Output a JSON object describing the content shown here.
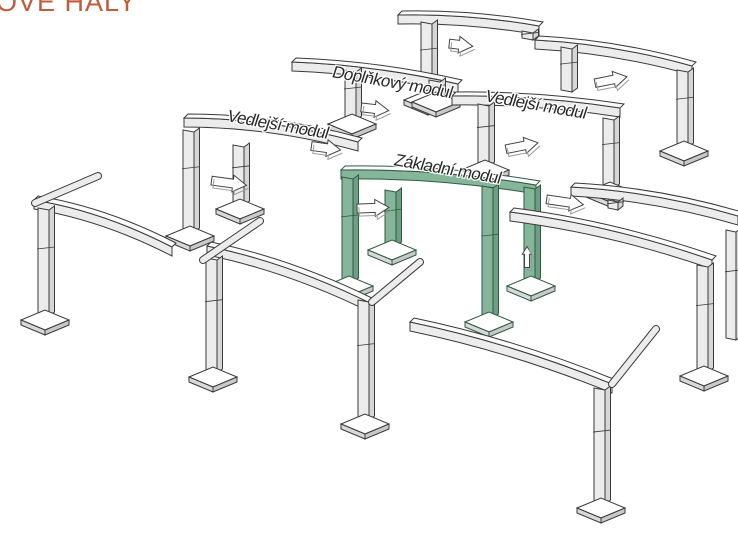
{
  "title": "OVÉ HALY",
  "labels": {
    "additional": "Doplňkový modul",
    "side_left": "Vedlejší modul",
    "side_right": "Vedlejší modul",
    "base": "Základní modul"
  },
  "colors": {
    "title": "#c25b3c",
    "base_module": "#86b69a",
    "frame": "#ececec",
    "outline": "#3a3a3a"
  }
}
